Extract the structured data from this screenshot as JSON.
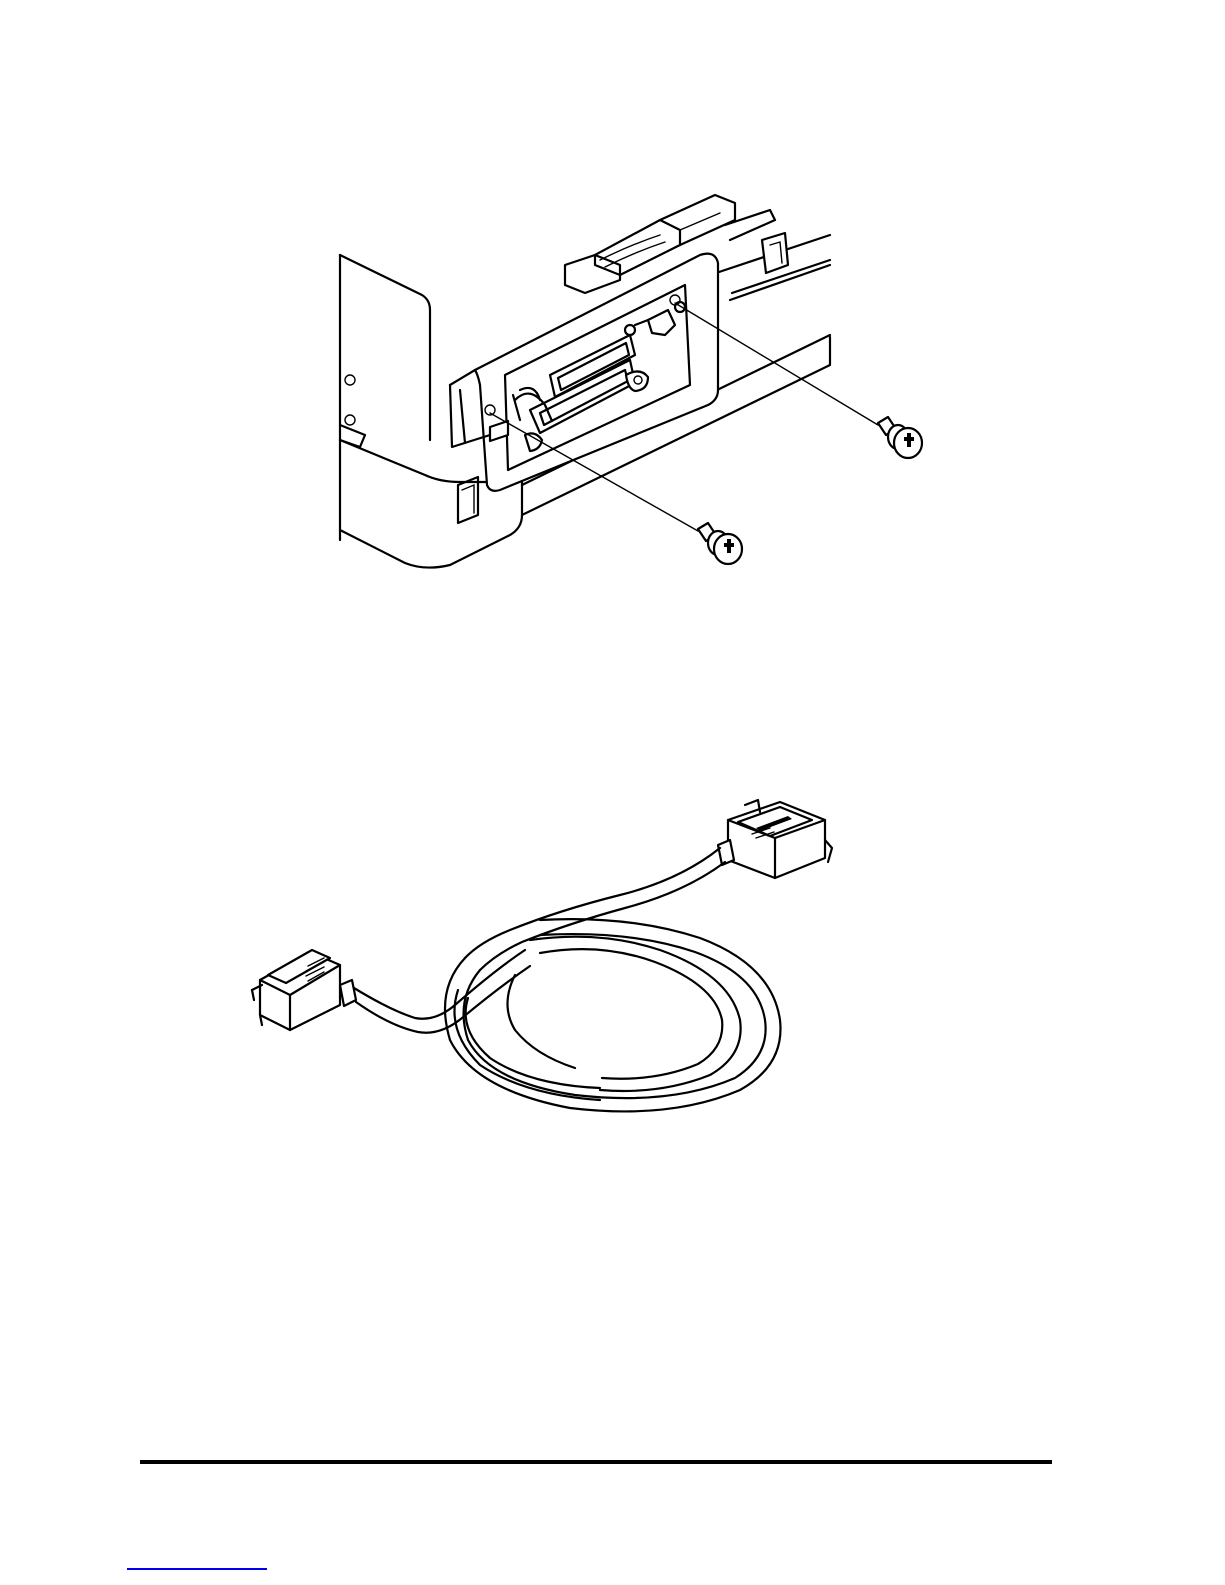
{
  "page": {
    "background": "#ffffff"
  },
  "figures": [
    {
      "id": "interface-card-removal",
      "icon": "printer-interface-screws-illustration"
    },
    {
      "id": "parallel-cable",
      "icon": "parallel-cable-illustration"
    }
  ],
  "footer": {
    "link_color": "#0000ee"
  }
}
